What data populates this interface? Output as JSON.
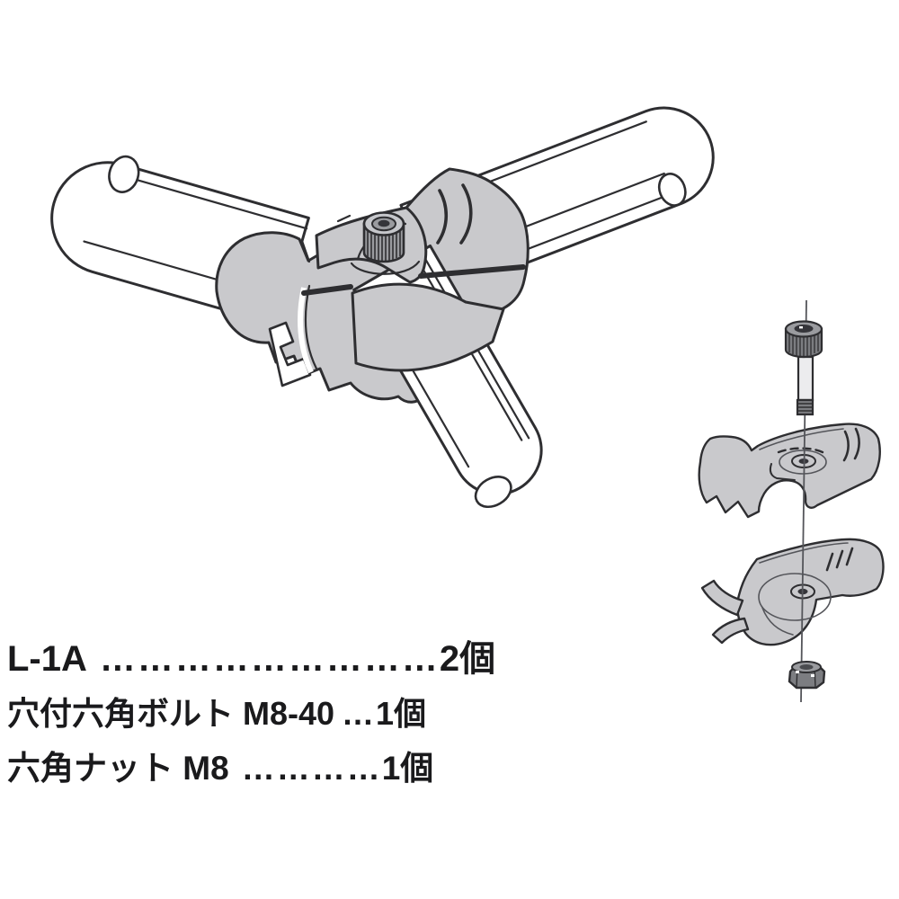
{
  "colors": {
    "background": "#ffffff",
    "line": "#2e2e31",
    "line_soft": "#54555a",
    "clamp_gray": "#c9c9cc",
    "metal_light": "#ececee",
    "metal_mid": "#9a9b9f",
    "metal_dark": "#7c7d81",
    "socket_dark": "#35353a",
    "text": "#1a1a1c"
  },
  "figure": {
    "main_view": "assembled-pipe-joint-drawing",
    "exploded_view": "exploded-clamp-parts-drawing",
    "exploded_parts": [
      "socket-head-bolt",
      "clamp-half-upper",
      "clamp-half-lower",
      "hex-nut"
    ]
  },
  "parts_list": {
    "rows": [
      {
        "name": "L-1A",
        "leader": "………………………",
        "qty": "2個"
      },
      {
        "name": "穴付六角ボルト M8-40",
        "leader": "…",
        "qty": "1個"
      },
      {
        "name": "六角ナット M8",
        "leader": "…………",
        "qty": "1個"
      }
    ]
  }
}
